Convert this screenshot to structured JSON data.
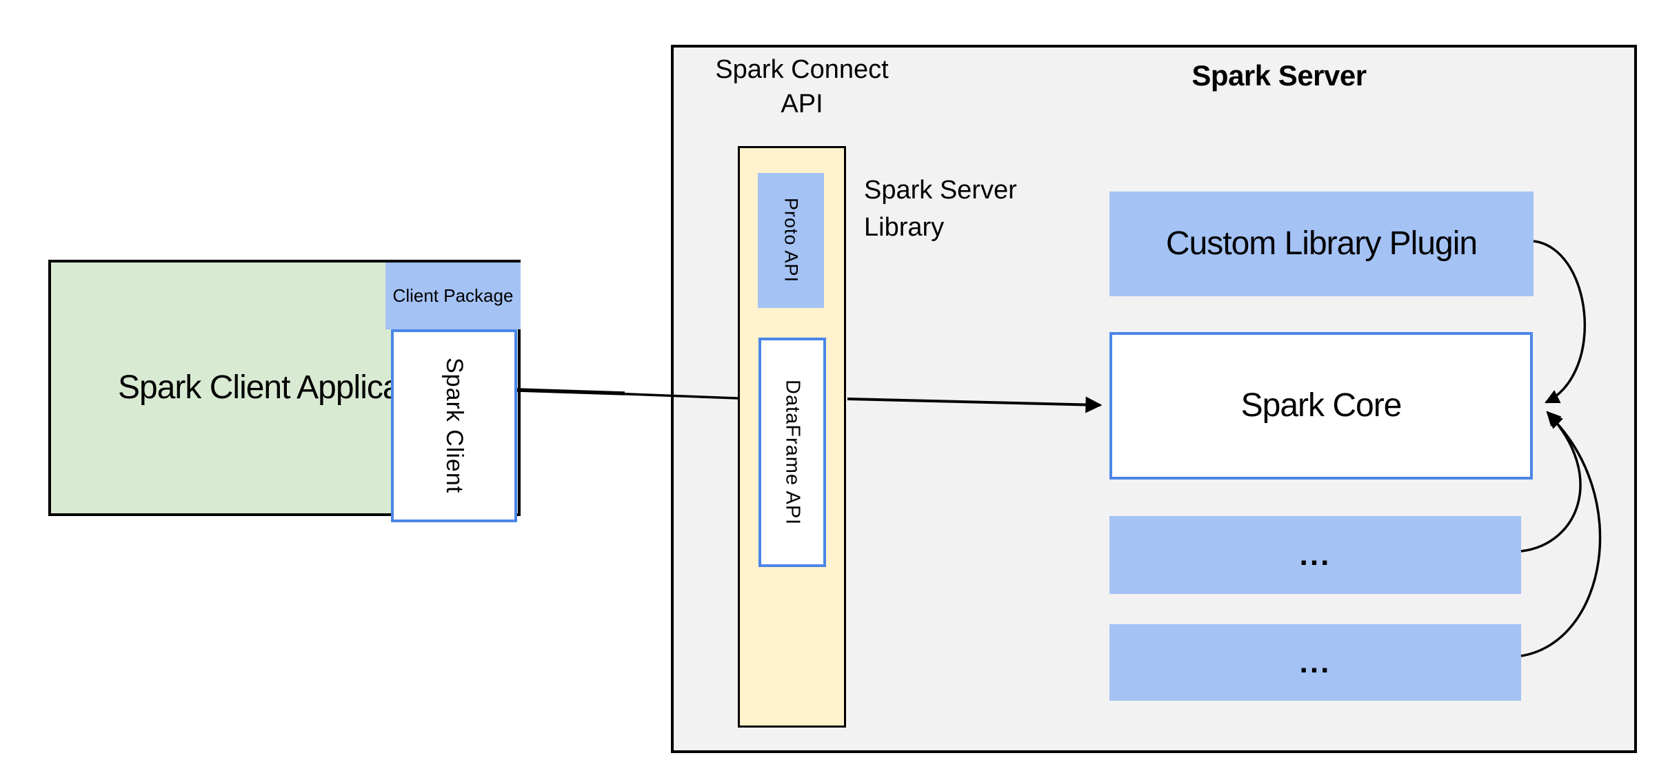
{
  "colors": {
    "green_fill": "#d9ead3",
    "blue_fill": "#a4c2f4",
    "cream_fill": "#fff2cc",
    "gray_fill": "#f2f2f2",
    "blue_border": "#4a86e8",
    "ink": "#000000"
  },
  "labels": {
    "client_app": "Spark Client Application",
    "client_package": "Client Package",
    "spark_client": "Spark Client",
    "connect_api": "Spark Connect API",
    "proto_api": "Proto API",
    "dataframe_api": "DataFrame API",
    "server_library": "Spark Server Library",
    "server_title": "Spark Server",
    "custom_plugin": "Custom Library Plugin",
    "spark_core": "Spark Core",
    "ellipsis_1": "...",
    "ellipsis_2": "..."
  }
}
